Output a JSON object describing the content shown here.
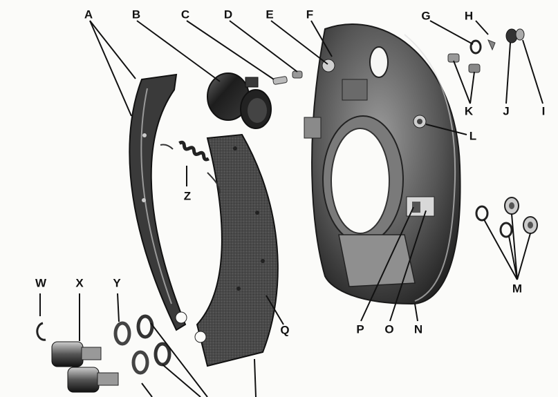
{
  "colors": {
    "ink": "#111111",
    "paper": "#fbfbf9",
    "metal_dark": "#2f2f2f",
    "metal_mid": "#6e6e6e",
    "metal_light": "#b9b9b9",
    "lining": "#4a4a4a"
  },
  "labels": {
    "A": "A",
    "B": "B",
    "C": "C",
    "D": "D",
    "E": "E",
    "F": "F",
    "G": "G",
    "H": "H",
    "I": "I",
    "J": "J",
    "K": "K",
    "L": "L",
    "M": "M",
    "N": "N",
    "O": "O",
    "P": "P",
    "Q": "Q",
    "W": "W",
    "X": "X",
    "Y": "Y",
    "Z": "Z"
  }
}
